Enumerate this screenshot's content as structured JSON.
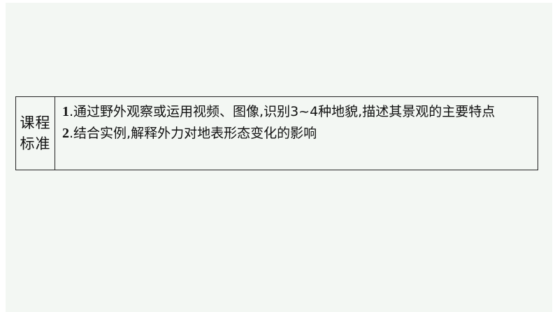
{
  "standard": {
    "label_line1": "课程",
    "label_line2": "标准",
    "items": [
      {
        "num": "1",
        "text": ".通过野外观察或运用视频、图像,识别3~4种地貌,描述其景观的主要特点"
      },
      {
        "num": "2",
        "text": ".结合实例,解释外力对地表形态变化的影响"
      }
    ]
  },
  "colors": {
    "background": "#f3f7f3",
    "border": "#222222",
    "text": "#111111"
  }
}
